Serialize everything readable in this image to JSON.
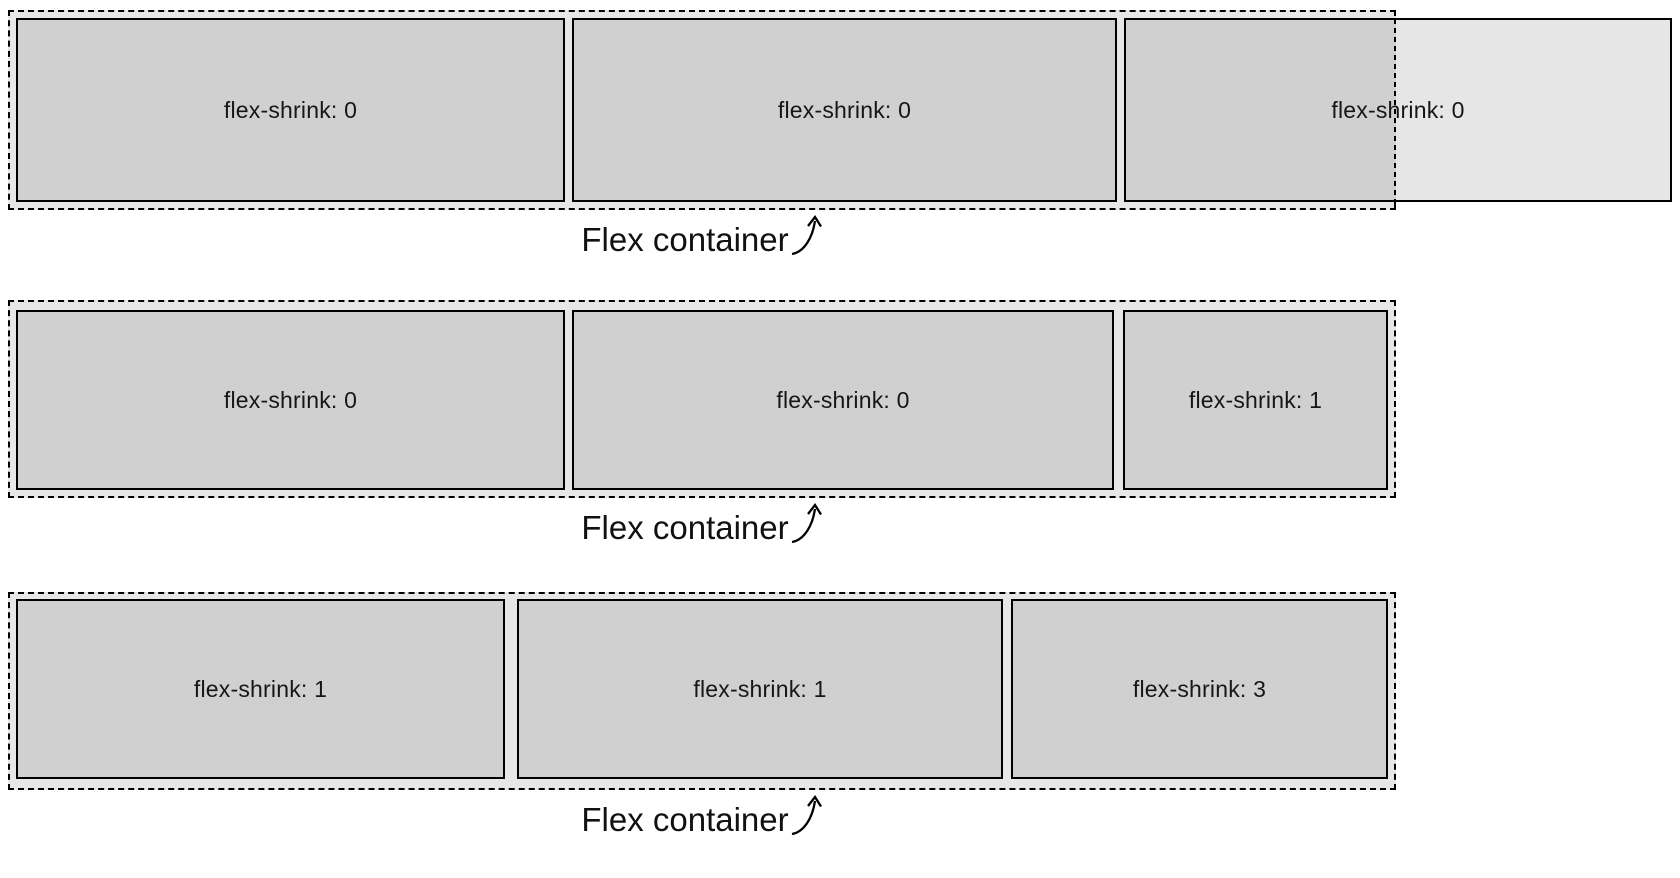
{
  "colors": {
    "page_bg": "#ffffff",
    "container_bg": "#e7e7e7",
    "item_bg": "#d0d0d0",
    "item_overflow_bg": "#e6e6e6",
    "border": "#000000"
  },
  "rows": [
    {
      "caption": "Flex container",
      "arrow_icon": "curved-up-right-arrow",
      "items": [
        {
          "label": "flex-shrink: 0"
        },
        {
          "label": "flex-shrink: 0"
        },
        {
          "label": "flex-shrink: 0"
        }
      ]
    },
    {
      "caption": "Flex container",
      "arrow_icon": "curved-up-right-arrow",
      "items": [
        {
          "label": "flex-shrink: 0"
        },
        {
          "label": "flex-shrink: 0"
        },
        {
          "label": "flex-shrink: 1"
        }
      ]
    },
    {
      "caption": "Flex container",
      "arrow_icon": "curved-up-right-arrow",
      "items": [
        {
          "label": "flex-shrink: 1"
        },
        {
          "label": "flex-shrink: 1"
        },
        {
          "label": "flex-shrink: 3"
        }
      ]
    }
  ]
}
